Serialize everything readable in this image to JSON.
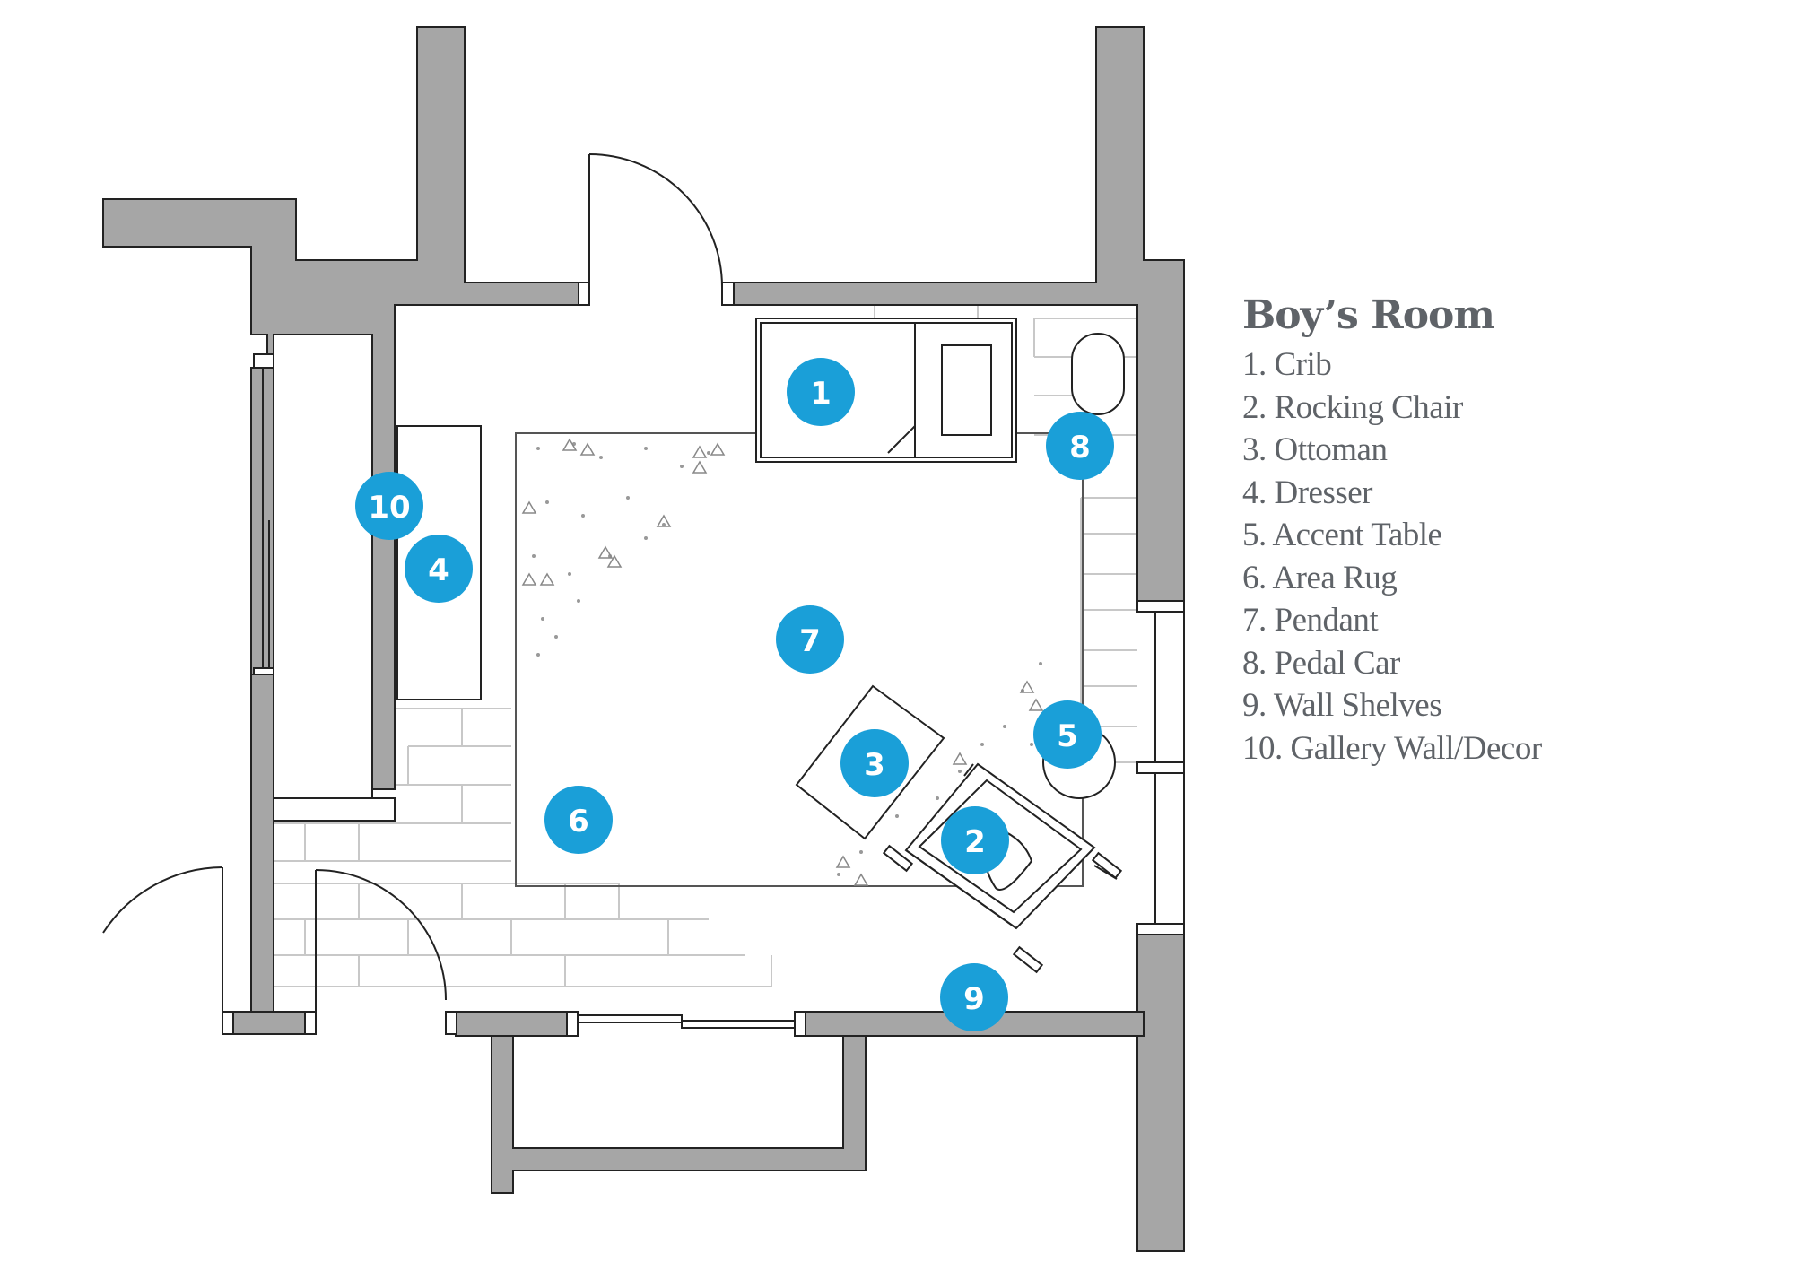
{
  "legend": {
    "title": "Boy’s Room",
    "items": [
      "1. Crib",
      "2. Rocking Chair",
      "3. Ottoman",
      "4. Dresser",
      "5. Accent Table",
      "6. Area Rug",
      "7. Pendant",
      "8. Pedal Car",
      "9. Wall Shelves",
      "10. Gallery Wall/Decor"
    ]
  },
  "markers": [
    "1",
    "2",
    "3",
    "4",
    "5",
    "6",
    "7",
    "8",
    "9",
    "10"
  ],
  "colors": {
    "wall": "#a6a6a6",
    "wall_outline": "#222222",
    "marker": "#1a9fd8",
    "legend_text": "#5f6368",
    "floor_tile": "#c8c8c8",
    "rug_speckle": "#999999"
  }
}
